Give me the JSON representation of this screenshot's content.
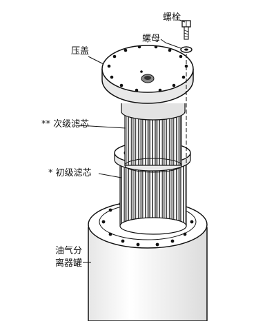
{
  "labels": {
    "bolt": "螺栓",
    "nut": "螺母",
    "cover": "压盖",
    "secondary_filter": "** 次级滤芯",
    "primary_filter": "* 初级滤芯",
    "separator_tank_line1": "油气分",
    "separator_tank_line2": "离器罐"
  },
  "colors": {
    "ink": "#111111",
    "paper": "#ffffff",
    "shade": "#cfcfcf"
  }
}
